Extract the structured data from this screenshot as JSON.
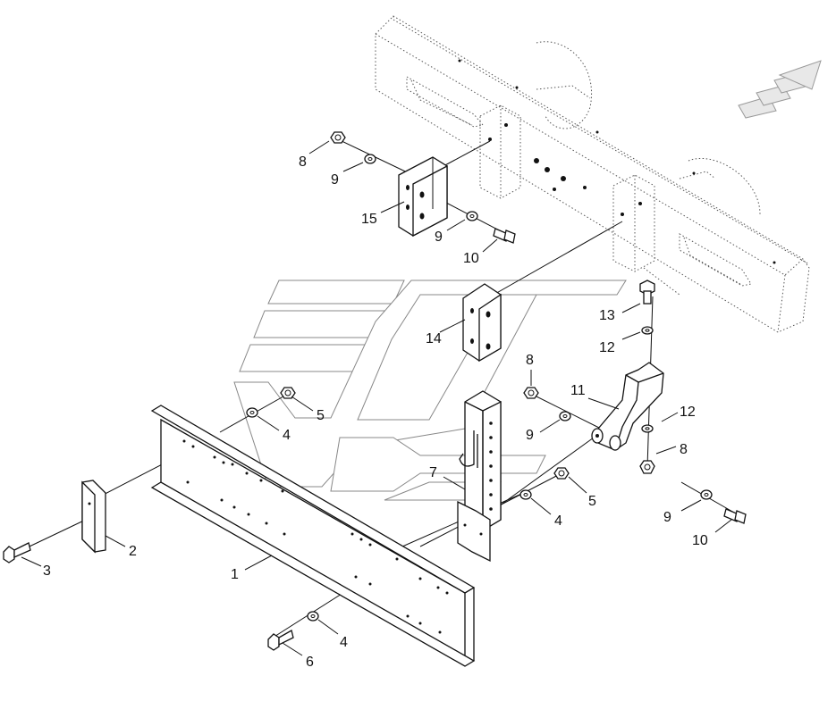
{
  "diagram": {
    "callouts": [
      {
        "id": "c1",
        "text": "1"
      },
      {
        "id": "c2",
        "text": "2"
      },
      {
        "id": "c3",
        "text": "3"
      },
      {
        "id": "c4a",
        "text": "4"
      },
      {
        "id": "c4b",
        "text": "4"
      },
      {
        "id": "c4c",
        "text": "4"
      },
      {
        "id": "c5a",
        "text": "5"
      },
      {
        "id": "c5b",
        "text": "5"
      },
      {
        "id": "c6",
        "text": "6"
      },
      {
        "id": "c7",
        "text": "7"
      },
      {
        "id": "c8a",
        "text": "8"
      },
      {
        "id": "c8b",
        "text": "8"
      },
      {
        "id": "c8c",
        "text": "8"
      },
      {
        "id": "c9a",
        "text": "9"
      },
      {
        "id": "c9b",
        "text": "9"
      },
      {
        "id": "c9c",
        "text": "9"
      },
      {
        "id": "c9d",
        "text": "9"
      },
      {
        "id": "c10a",
        "text": "10"
      },
      {
        "id": "c10b",
        "text": "10"
      },
      {
        "id": "c11",
        "text": "11"
      },
      {
        "id": "c12a",
        "text": "12"
      },
      {
        "id": "c12b",
        "text": "12"
      },
      {
        "id": "c13",
        "text": "13"
      },
      {
        "id": "c14",
        "text": "14"
      },
      {
        "id": "c15",
        "text": "15"
      }
    ],
    "direction_icon": "forward-arrow-icon",
    "line_color": "#111111",
    "background": "#ffffff"
  }
}
